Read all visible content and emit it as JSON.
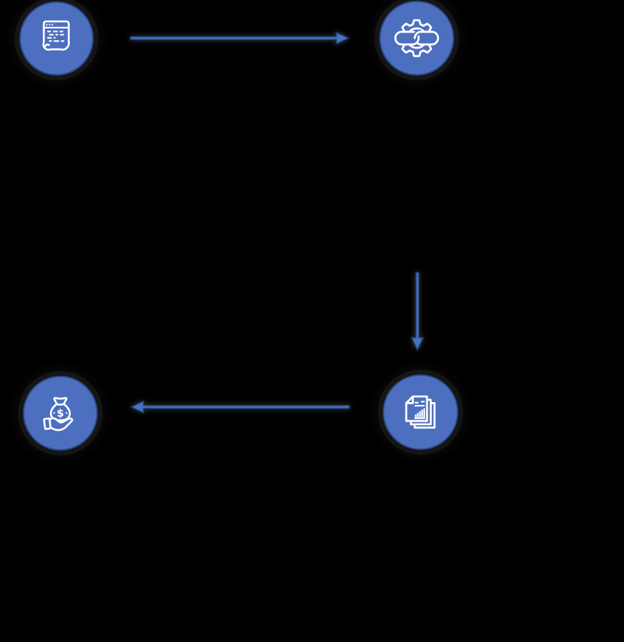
{
  "diagram": {
    "background": "#000000",
    "colors": {
      "node_fill": "#4d6fbf",
      "node_border": "#2b4888",
      "arrow_fill": "#4472c4",
      "arrow_border": "#1f3864",
      "icon_stroke": "#ffffff"
    },
    "nodes": [
      {
        "id": "document-source",
        "icon": "code-document-icon"
      },
      {
        "id": "process-integration",
        "icon": "gear-chain-icon"
      },
      {
        "id": "reports-output",
        "icon": "report-stack-icon"
      },
      {
        "id": "payment-received",
        "icon": "money-hand-icon",
        "currency_symbol": "$"
      }
    ],
    "flows": [
      {
        "from": "document-source",
        "to": "process-integration",
        "direction": "right"
      },
      {
        "from": "process-integration",
        "to": "reports-output",
        "direction": "down"
      },
      {
        "from": "reports-output",
        "to": "payment-received",
        "direction": "left"
      }
    ]
  }
}
